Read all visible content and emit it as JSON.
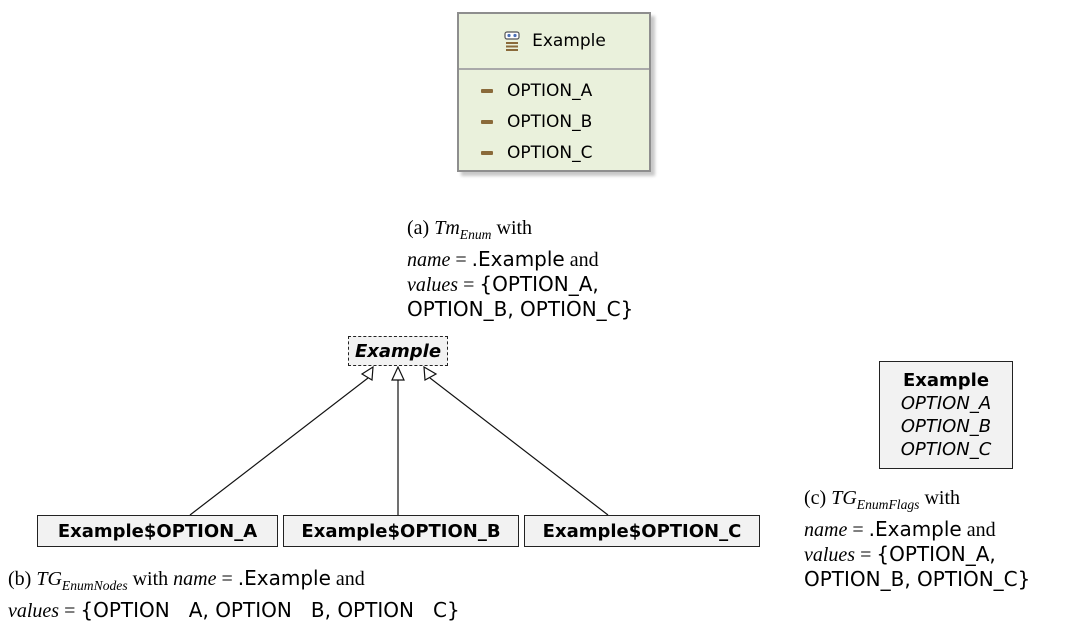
{
  "figure_a": {
    "enum_name": "Example",
    "literals": [
      "OPTION_A",
      "OPTION_B",
      "OPTION_C"
    ],
    "caption": {
      "label": "(a)",
      "symbol": "Tm",
      "symbol_sub": "Enum",
      "line1_rest": "with",
      "name_var": "name",
      "name_value": ".Example",
      "and_word": "and",
      "values_var": "values",
      "values_line1": "{OPTION_A,",
      "values_line2": "OPTION_B, OPTION_C}"
    }
  },
  "figure_b": {
    "abstract_node": "Example",
    "nodes": [
      "Example$OPTION_A",
      "Example$OPTION_B",
      "Example$OPTION_C"
    ],
    "caption": {
      "label": "(b)",
      "symbol": "TG",
      "symbol_sub": "EnumNodes",
      "with_word": "with",
      "name_var": "name",
      "name_value": ".Example",
      "and_word": "and",
      "values_var": "values",
      "values_text": "{OPTION   A, OPTION   B, OPTION   C}"
    }
  },
  "figure_c": {
    "title": "Example",
    "flags": [
      "OPTION_A",
      "OPTION_B",
      "OPTION_C"
    ],
    "caption": {
      "label": "(c)",
      "symbol": "TG",
      "symbol_sub": "EnumFlags",
      "with_word": "with",
      "name_var": "name",
      "name_value": ".Example",
      "and_word": "and",
      "values_var": "values",
      "values_line1": "{OPTION_A,",
      "values_line2": "OPTION_B, OPTION_C}"
    }
  }
}
